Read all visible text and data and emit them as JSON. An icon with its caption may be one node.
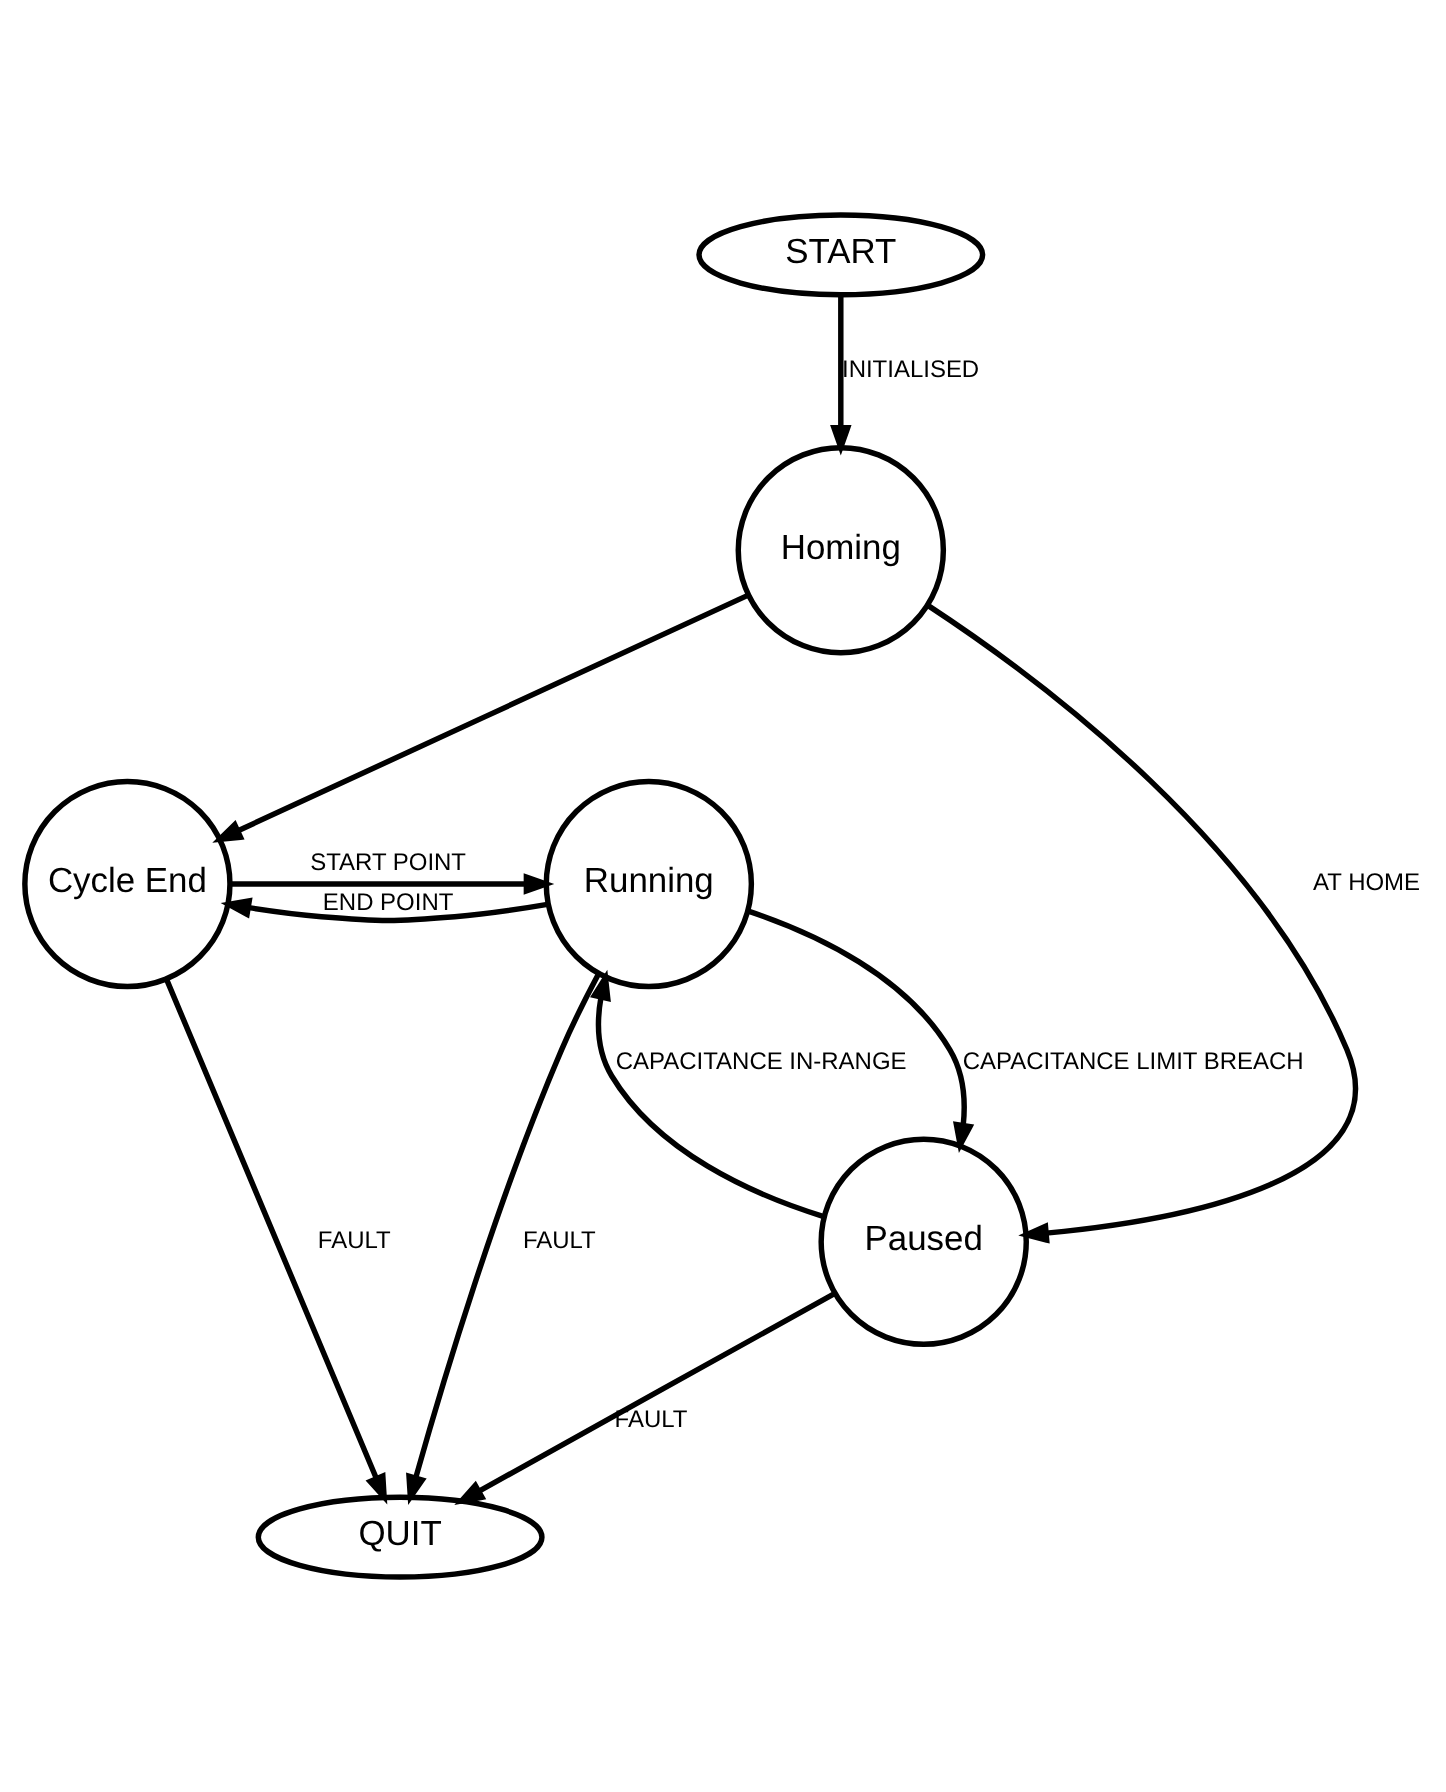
{
  "diagram": {
    "nodes": [
      {
        "text": [
          "START"
        ]
      },
      {
        "text": [
          "Homing"
        ]
      },
      {
        "text": [
          "Running"
        ]
      },
      {
        "text": [
          "Cycle End"
        ]
      },
      {
        "text": [
          "Paused"
        ]
      },
      {
        "text": [
          "QUIT"
        ]
      }
    ],
    "edges": [
      {
        "from": 0,
        "to": 1,
        "arrow": "to",
        "label": "INITIALISED"
      },
      {
        "from": 1,
        "to": 3,
        "arrow": "to"
      },
      {
        "from": 1,
        "to": 4,
        "arrow": "to",
        "label": "AT HOME"
      },
      {
        "from": 2,
        "to": 3,
        "arrow": "to",
        "label": "END POINT"
      },
      {
        "from": 3,
        "to": 2,
        "arrow": "to",
        "label": "START POINT"
      },
      {
        "from": 2,
        "to": 4,
        "arrow": "to",
        "label": "CAPACITANCE LIMIT BREACH"
      },
      {
        "from": 4,
        "to": 2,
        "arrow": "to",
        "label": "CAPACITANCE IN-RANGE"
      },
      {
        "from": 3,
        "to": 5,
        "arrow": "to",
        "label": "FAULT"
      },
      {
        "from": 4,
        "to": 5,
        "arrow": "to",
        "label": "FAULT"
      },
      {
        "from": 2,
        "to": 5,
        "arrow": "to",
        "label": "FAULT"
      }
    ]
  }
}
